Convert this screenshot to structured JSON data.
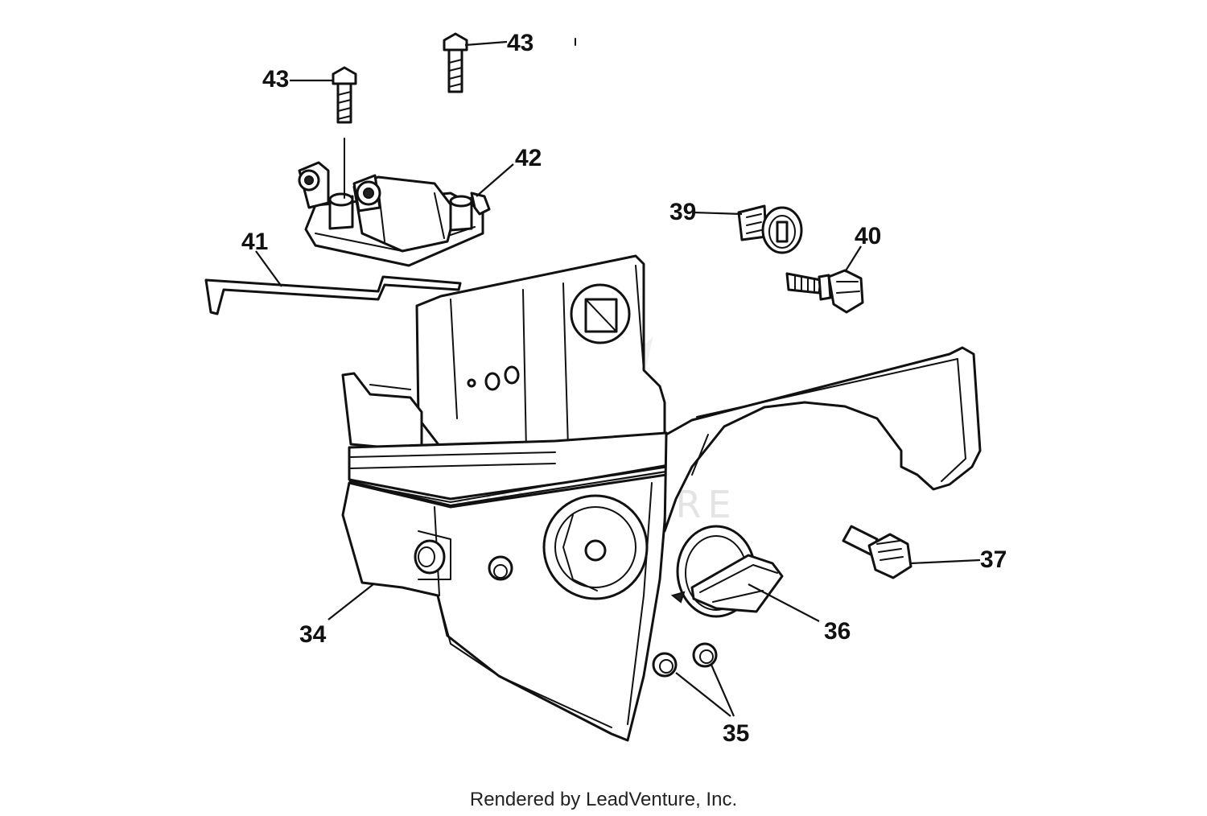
{
  "diagram": {
    "watermark": "LEADVENTURE",
    "footer": "Rendered by LeadVenture, Inc.",
    "callouts": {
      "c34": "34",
      "c35": "35",
      "c36": "36",
      "c37": "37",
      "c39": "39",
      "c40": "40",
      "c41": "41",
      "c42": "42",
      "c43a": "43",
      "c43b": "43"
    }
  }
}
